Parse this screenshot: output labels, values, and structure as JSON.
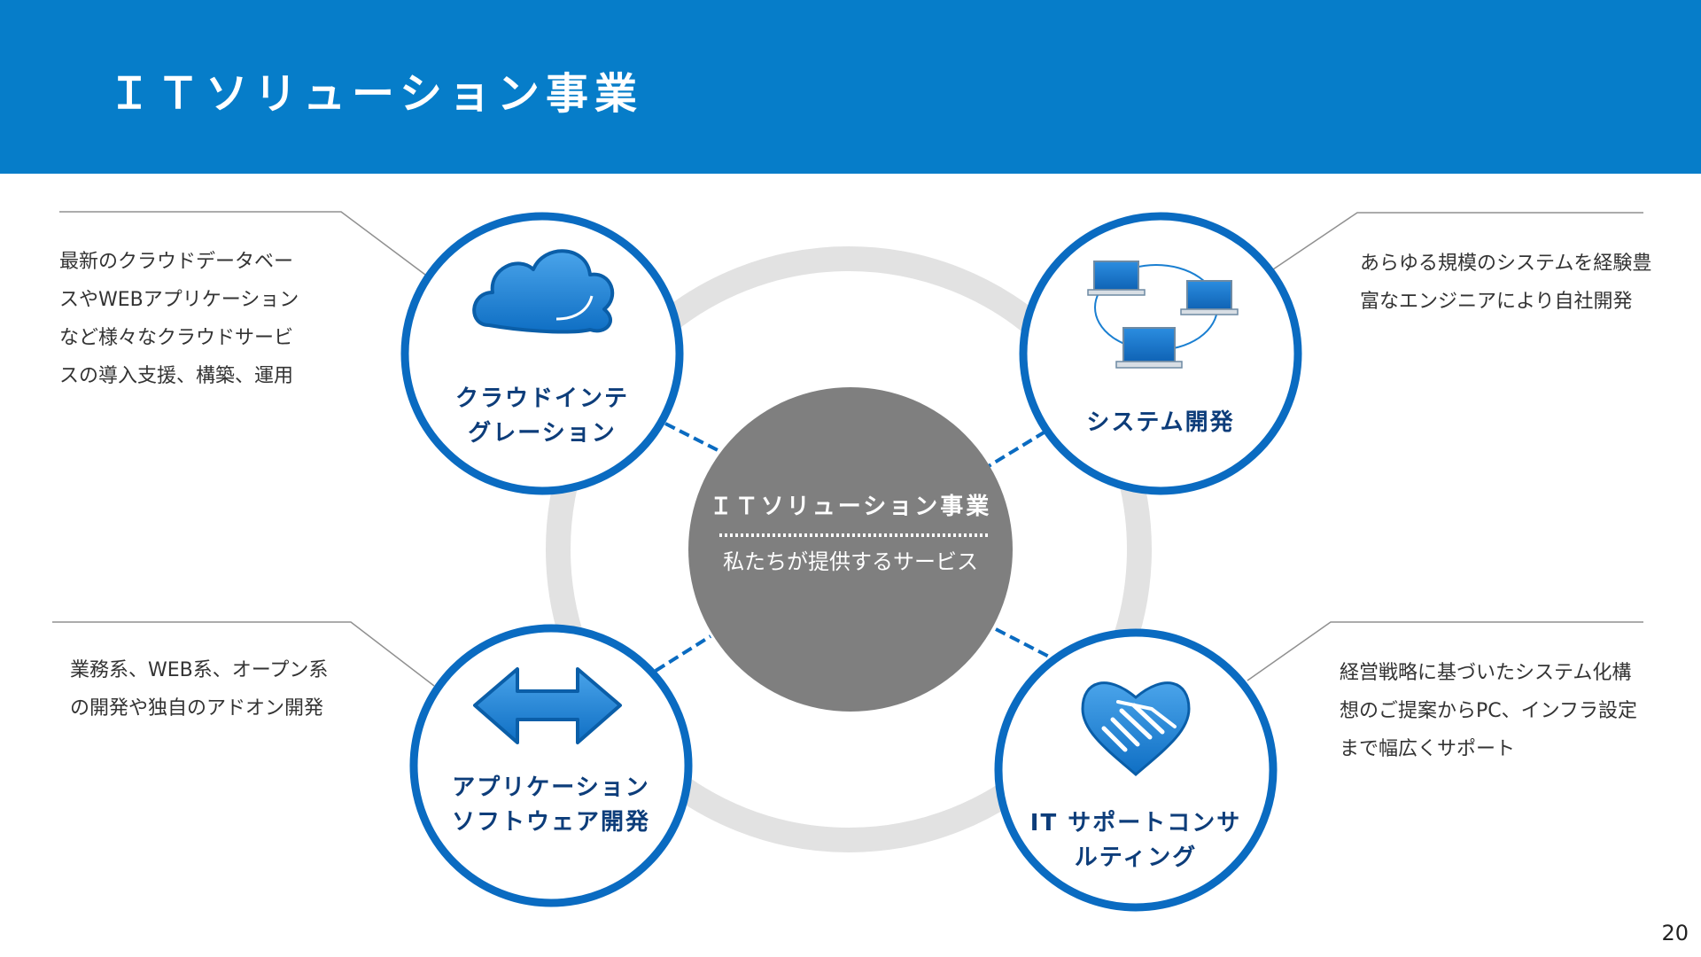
{
  "header": {
    "title": "ＩＴソリューション事業"
  },
  "center": {
    "title": "ＩＴソリューション事業",
    "subtitle": "私たちが提供するサービス"
  },
  "services": [
    {
      "label": "クラウドインテ\nグレーション",
      "description": "最新のクラウドデータベー\nスやWEBアプリケーション\nなど様々なクラウドサービ\nスの導入支援、構築、運用",
      "icon": "cloud-icon"
    },
    {
      "label": "システム開発",
      "description": "あらゆる規模のシステムを経験豊\n富なエンジニアにより自社開発",
      "icon": "network-computers-icon"
    },
    {
      "label": "アプリケーション\nソフトウェア開発",
      "description": "業務系、WEB系、オープン系\nの開発や独自のアドオン開発",
      "icon": "double-arrow-icon"
    },
    {
      "label": "IT サポートコンサ\nルティング",
      "description": "経営戦略に基づいたシステム化構\n想のご提案からPC、インフラ設定\nまで幅広くサポート",
      "icon": "handshake-icon"
    }
  ],
  "page_number": "20",
  "colors": {
    "header_bg": "#067dc9",
    "circle_border": "#0a6bc1",
    "label_text": "#0d3d7a",
    "center_bg": "#7f7f7f",
    "ring": "#e2e2e2",
    "icon_blue": "#1a7fd1"
  }
}
